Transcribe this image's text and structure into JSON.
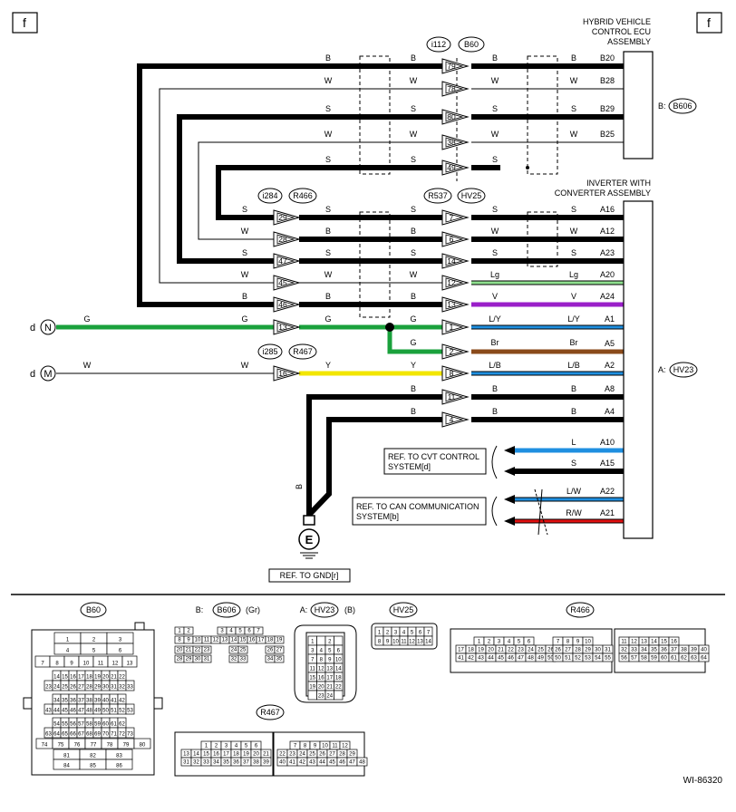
{
  "page": {
    "corner_mark": "f",
    "figure_id": "WI-86320"
  },
  "modules": {
    "hybrid_ecu": {
      "title_lines": [
        "HYBRID VEHICLE",
        "CONTROL ECU",
        "ASSEMBLY"
      ],
      "connector_prefix": "B:",
      "connector": "B606"
    },
    "inverter": {
      "title_lines": [
        "INVERTER WITH",
        "CONVERTER ASSEMBLY"
      ],
      "connector_prefix": "A:",
      "connector": "HV23"
    }
  },
  "connector_tags": {
    "i112": "i112",
    "B60": "B60",
    "i284": "i284",
    "R466": "R466",
    "R537": "R537",
    "HV25": "HV25",
    "i285": "i285",
    "R467": "R467"
  },
  "wires": [
    {
      "id": "b20",
      "colors": [
        "B",
        "B",
        "B",
        "B"
      ],
      "left_pin": "79",
      "terminal": "B20"
    },
    {
      "id": "b28",
      "colors": [
        "W",
        "W",
        "W",
        "W"
      ],
      "left_pin": "78",
      "terminal": "B28"
    },
    {
      "id": "b29",
      "colors": [
        "S",
        "S",
        "S",
        "S"
      ],
      "left_pin": "80",
      "terminal": "B29"
    },
    {
      "id": "b25",
      "colors": [
        "W",
        "W",
        "W",
        "W"
      ],
      "left_pin": "38",
      "terminal": "B25"
    },
    {
      "id": "w49",
      "colors": [
        "S",
        "S",
        "S"
      ],
      "left_pin": "49"
    },
    {
      "id": "a16",
      "colors": [
        "S",
        "S",
        "S",
        "S",
        "S"
      ],
      "pin_a": "29",
      "pin_b": "7",
      "terminal": "A16"
    },
    {
      "id": "a12",
      "colors": [
        "W",
        "B",
        "B",
        "W",
        "W"
      ],
      "pin_a": "28",
      "pin_b": "6",
      "terminal": "A12"
    },
    {
      "id": "a23",
      "colors": [
        "S",
        "S",
        "S",
        "S",
        "S"
      ],
      "pin_a": "47",
      "pin_b": "14",
      "terminal": "A23"
    },
    {
      "id": "a20",
      "colors": [
        "W",
        "W",
        "W",
        "Lg",
        "Lg"
      ],
      "pin_a": "45",
      "pin_b": "12",
      "terminal": "A20"
    },
    {
      "id": "a24",
      "colors": [
        "B",
        "B",
        "B",
        "V",
        "V"
      ],
      "pin_a": "46",
      "pin_b": "13",
      "terminal": "A24"
    },
    {
      "id": "a1",
      "colors": [
        "G",
        "G",
        "G",
        "G",
        "L/Y",
        "L/Y"
      ],
      "pin_a": "13",
      "pin_b": "1",
      "terminal": "A1"
    },
    {
      "id": "a5",
      "colors": [
        "G",
        "Br",
        "Br"
      ],
      "pin_b": "2",
      "terminal": "A5"
    },
    {
      "id": "a2",
      "colors": [
        "W",
        "W",
        "Y",
        "Y",
        "L/B",
        "L/B"
      ],
      "pin_a": "16",
      "pin_b": "8",
      "terminal": "A2"
    },
    {
      "id": "a8",
      "colors": [
        "B",
        "B",
        "B"
      ],
      "pin_b": "11",
      "terminal": "A8"
    },
    {
      "id": "a4",
      "colors": [
        "B",
        "B",
        "B"
      ],
      "pin_b": "4",
      "terminal": "A4"
    },
    {
      "id": "a10",
      "colors": [
        "L"
      ],
      "terminal": "A10"
    },
    {
      "id": "a15",
      "colors": [
        "S"
      ],
      "terminal": "A15"
    },
    {
      "id": "a22",
      "colors": [
        "L/W"
      ],
      "terminal": "A22"
    },
    {
      "id": "a21",
      "colors": [
        "R/W"
      ],
      "terminal": "A21"
    }
  ],
  "offpage": {
    "n": "N",
    "m": "M",
    "prefix": "d"
  },
  "refs": {
    "cvt": [
      "REF. TO CVT CONTROL",
      "SYSTEM[d]"
    ],
    "can": [
      "REF. TO CAN COMMUNICATION",
      "SYSTEM[b]"
    ],
    "gnd": "REF. TO GND[r]"
  },
  "ground": {
    "label": "E",
    "wire_color": "B"
  },
  "connector_views": {
    "b60": {
      "title": "B60"
    },
    "b606": {
      "prefix": "B:",
      "name": "B606",
      "suffix": "(Gr)"
    },
    "hv23": {
      "prefix": "A:",
      "name": "HV23",
      "suffix": "(B)"
    },
    "hv25": {
      "title": "HV25"
    },
    "r466": {
      "title": "R466"
    },
    "r467": {
      "title": "R467"
    }
  },
  "colors": {
    "black": "#000000",
    "green": "#1aa13c",
    "lightgreen": "#8fe08f",
    "violet": "#9a1fc9",
    "blue": "#1f8fe0",
    "brown": "#8a4a1a",
    "yellow": "#f2e600",
    "red": "#e01010"
  }
}
